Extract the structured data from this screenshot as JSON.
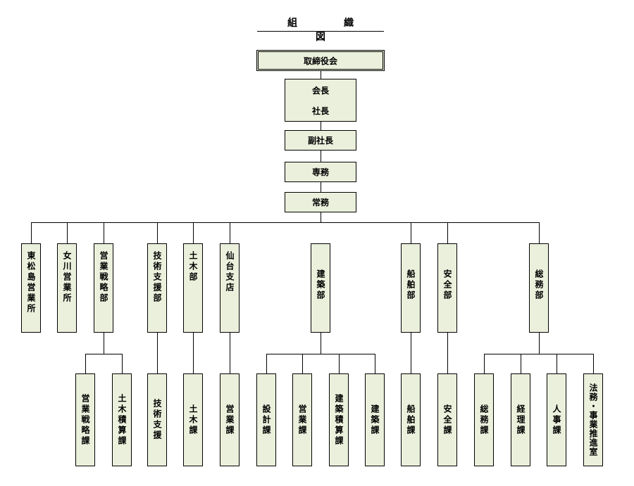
{
  "title": "組　織　図",
  "board": "取締役会",
  "chairman": "会長",
  "president": "社長",
  "vice_president": "副社長",
  "senior_md": "専務",
  "md": "常務",
  "departments": [
    {
      "name": "東松島営業所"
    },
    {
      "name": "女川営業所"
    },
    {
      "name": "営業戦略部"
    },
    {
      "name": "技術支援部"
    },
    {
      "name": "土木部"
    },
    {
      "name": "仙台支店"
    },
    {
      "name": "建築部"
    },
    {
      "name": "船舶部"
    },
    {
      "name": "安全部"
    },
    {
      "name": "総務部"
    }
  ],
  "sections": [
    {
      "name": "営業戦略課",
      "parent": "営業戦略部"
    },
    {
      "name": "土木積算課",
      "parent": "営業戦略部"
    },
    {
      "name": "技術支援",
      "parent": "技術支援部"
    },
    {
      "name": "土木課",
      "parent": "土木部"
    },
    {
      "name": "営業課",
      "parent": "仙台支店"
    },
    {
      "name": "設計課",
      "parent": "建築部"
    },
    {
      "name": "営業課",
      "parent": "建築部"
    },
    {
      "name": "建築積算課",
      "parent": "建築部"
    },
    {
      "name": "建築課",
      "parent": "建築部"
    },
    {
      "name": "船舶課",
      "parent": "船舶部"
    },
    {
      "name": "安全課",
      "parent": "安全部"
    },
    {
      "name": "総務課",
      "parent": "総務部"
    },
    {
      "name": "経理課",
      "parent": "総務部"
    },
    {
      "name": "人事課",
      "parent": "総務部"
    },
    {
      "name": "法務・事業推進室",
      "parent": "総務部"
    }
  ]
}
